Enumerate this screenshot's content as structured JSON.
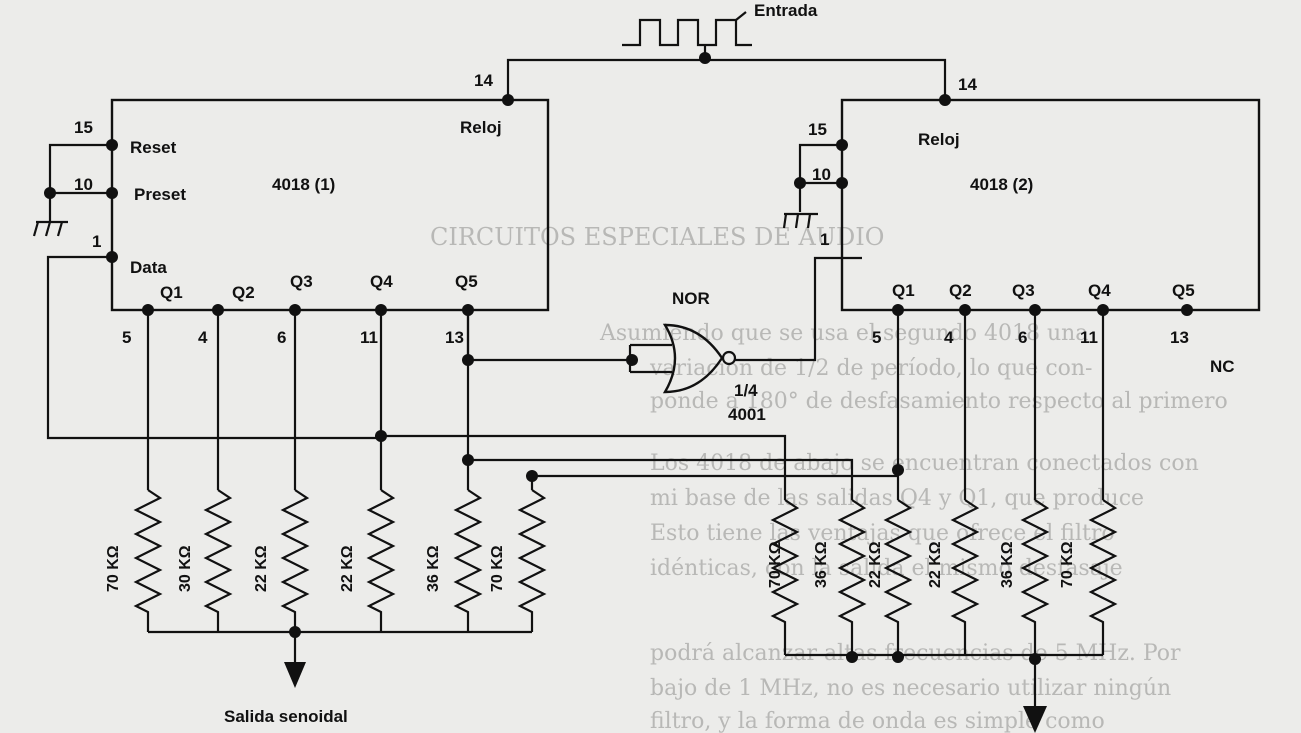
{
  "input": {
    "label": "Entrada"
  },
  "chip1": {
    "name": "4018 (1)",
    "clock_pin": "14",
    "clock_label": "Reloj",
    "reset_pin": "15",
    "reset_label": "Reset",
    "preset_pin": "10",
    "preset_label": "Preset",
    "data_pin": "1",
    "data_label": "Data",
    "outputs": [
      {
        "name": "Q1",
        "pin": "5"
      },
      {
        "name": "Q2",
        "pin": "4"
      },
      {
        "name": "Q3",
        "pin": "6"
      },
      {
        "name": "Q4",
        "pin": "11"
      },
      {
        "name": "Q5",
        "pin": "13"
      }
    ]
  },
  "chip2": {
    "name": "4018 (2)",
    "clock_pin": "14",
    "clock_label": "Reloj",
    "reset_pin": "15",
    "preset_pin": "10",
    "data_pin": "1",
    "outputs": [
      {
        "name": "Q1",
        "pin": "5"
      },
      {
        "name": "Q2",
        "pin": "4"
      },
      {
        "name": "Q3",
        "pin": "6"
      },
      {
        "name": "Q4",
        "pin": "11"
      },
      {
        "name": "Q5",
        "pin": "13"
      }
    ],
    "nc_label": "NC"
  },
  "gate": {
    "type": "NOR",
    "fraction": "1/4",
    "part": "4001"
  },
  "resistors1": [
    "70 KΩ",
    "30 KΩ",
    "22 KΩ",
    "22 KΩ",
    "36 KΩ",
    "70 KΩ"
  ],
  "resistors2": [
    "70 KΩ",
    "36 KΩ",
    "22 KΩ",
    "22 KΩ",
    "36 KΩ",
    "70 KΩ"
  ],
  "output": {
    "label": "Salida senoidal"
  },
  "background_text": {
    "heading": "CIRCUITOS ESPECIALES DE AUDIO",
    "lines": [
      "Asumiendo que se usa el segundo 4018 una",
      "variación de 1/2 de período, lo que con-",
      "ponde a 180° de desfasamiento respecto al primero",
      "Los 4018 de abajo se encuentran conectados con",
      "mi base de las salidas Q4 y Q1, que produce",
      "Esto tiene las ventajas que ofrece el filtro",
      "idénticas, con la salida el mismo desfasaje",
      "podrá alcanzar altas frecuencias de 5 MHz. Por",
      "bajo de 1 MHz, no es necesario utilizar ningún",
      "filtro, y la forma de onda es simple como"
    ]
  }
}
